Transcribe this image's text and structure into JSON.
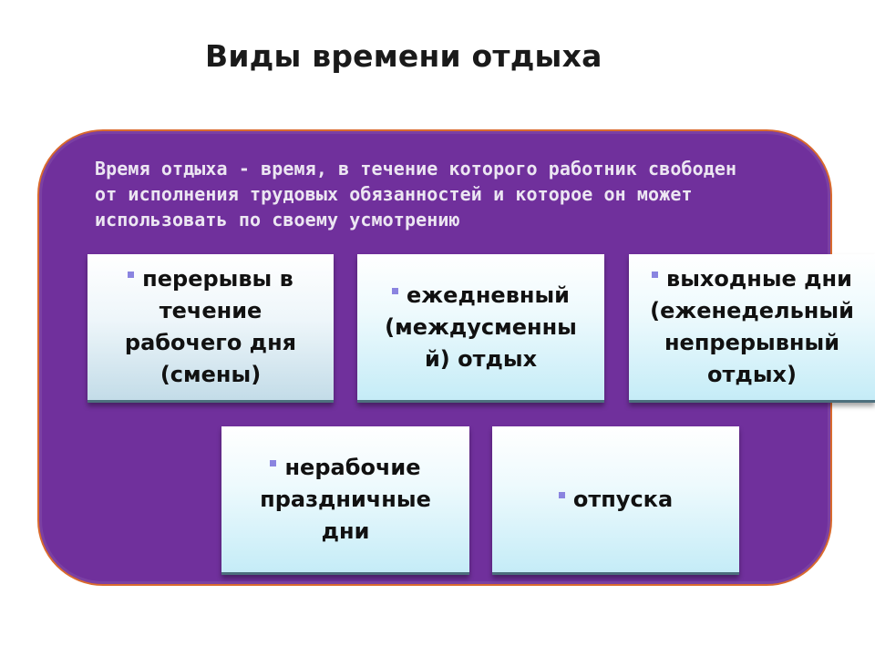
{
  "title": "Виды времени отдыха",
  "definition": "Время отдыха - время, в течение которого работник свободен от исполнения трудовых обязанностей и которое он может использовать по своему усмотрению",
  "boxes": [
    {
      "text": "перерывы в течение рабочего дня (смены)"
    },
    {
      "text": "ежедневный (междусменный) отдых"
    },
    {
      "text": "выходные дни (еженедельный непрерывный отдых)"
    },
    {
      "text": "нерабочие праздничные дни"
    },
    {
      "text": "отпуска"
    }
  ],
  "colors": {
    "panel": "#70309c",
    "panel_border": "#d96a2e",
    "bullet": "#8a84e0"
  }
}
